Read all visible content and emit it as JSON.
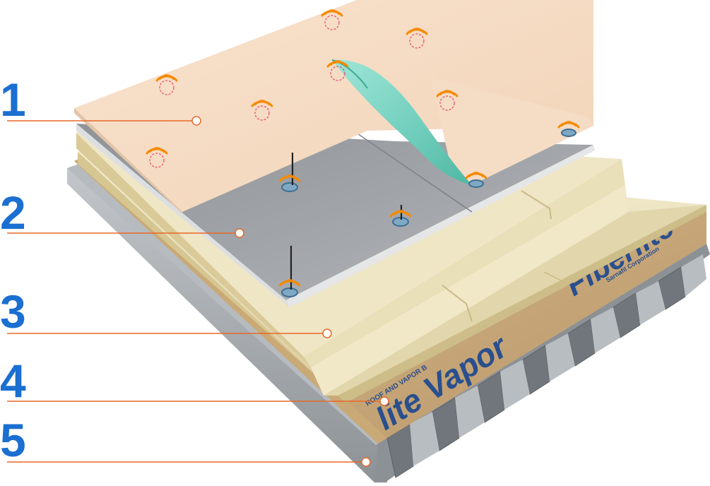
{
  "layers": [
    {
      "number": "1"
    },
    {
      "number": "2"
    },
    {
      "number": "3"
    },
    {
      "number": "4"
    },
    {
      "number": "5"
    }
  ],
  "brand": {
    "fiberlite": "Fiberlite",
    "vaporlite": "lite Vapor",
    "sarnafil": "Sarnafil Corporation",
    "roof_vapor": "ROOF AND VAPOR B"
  },
  "colors": {
    "number_blue": "#1b6fd0",
    "leader_orange": "#e8692a",
    "membrane": "#f6dcc3",
    "membrane_underside": "#7fd6c6",
    "cover_board": "#a3a7ab",
    "insulation": "#efe6c5",
    "vapor_barrier": "#c8a97a",
    "steel_deck": "#9ea3a8",
    "signal_icon": "#f58a00"
  },
  "icons": [
    "wireless-signal-icon",
    "fastener-plate-icon"
  ]
}
